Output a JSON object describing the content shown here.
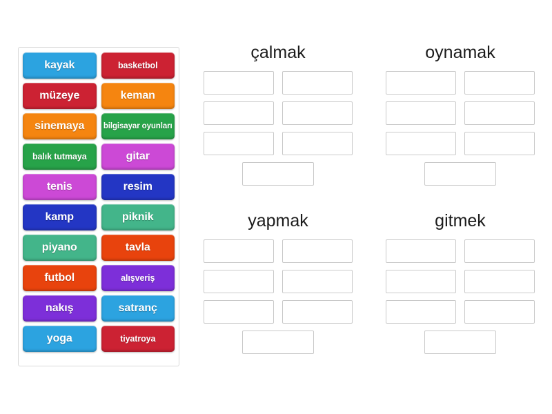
{
  "activity": {
    "type": "drag-and-drop-group-sort",
    "language": "Turkish"
  },
  "tile_bank": {
    "name": "word-tile-bank",
    "tiles": [
      {
        "label": "kayak",
        "color": "#2ca3e0",
        "size": "normal"
      },
      {
        "label": "basketbol",
        "color": "#cc2233",
        "size": "small"
      },
      {
        "label": "müzeye",
        "color": "#cc2233",
        "size": "normal"
      },
      {
        "label": "keman",
        "color": "#f58510",
        "size": "normal"
      },
      {
        "label": "sinemaya",
        "color": "#f58510",
        "size": "normal"
      },
      {
        "label": "bilgisayar oyunları",
        "color": "#27a349",
        "size": "tiny"
      },
      {
        "label": "balık tutmaya",
        "color": "#27a349",
        "size": "small"
      },
      {
        "label": "gitar",
        "color": "#cc49d6",
        "size": "normal"
      },
      {
        "label": "tenis",
        "color": "#cc49d6",
        "size": "normal"
      },
      {
        "label": "resim",
        "color": "#2336c4",
        "size": "normal"
      },
      {
        "label": "kamp",
        "color": "#2336c4",
        "size": "normal"
      },
      {
        "label": "piknik",
        "color": "#43b58a",
        "size": "normal"
      },
      {
        "label": "piyano",
        "color": "#43b58a",
        "size": "normal"
      },
      {
        "label": "tavla",
        "color": "#e8430d",
        "size": "normal"
      },
      {
        "label": "futbol",
        "color": "#e8430d",
        "size": "normal"
      },
      {
        "label": "alışveriş",
        "color": "#7d2fd9",
        "size": "small"
      },
      {
        "label": "nakış",
        "color": "#7d2fd9",
        "size": "normal"
      },
      {
        "label": "satranç",
        "color": "#2ca3e0",
        "size": "normal"
      },
      {
        "label": "yoga",
        "color": "#2ca3e0",
        "size": "normal"
      },
      {
        "label": "tiyatroya",
        "color": "#cc2233",
        "size": "small"
      }
    ]
  },
  "groups": [
    {
      "title": "çalmak",
      "slot_count": 7,
      "slots": [
        "",
        "",
        "",
        "",
        "",
        "",
        ""
      ]
    },
    {
      "title": "oynamak",
      "slot_count": 7,
      "slots": [
        "",
        "",
        "",
        "",
        "",
        "",
        ""
      ]
    },
    {
      "title": "yapmak",
      "slot_count": 7,
      "slots": [
        "",
        "",
        "",
        "",
        "",
        "",
        ""
      ]
    },
    {
      "title": "gitmek",
      "slot_count": 7,
      "slots": [
        "",
        "",
        "",
        "",
        "",
        "",
        ""
      ]
    }
  ],
  "colors": {
    "page_background": "#ffffff",
    "bank_border": "#d8d8d8",
    "slot_border": "#c9c9c9",
    "slot_fill": "#ffffff",
    "title_text": "#1c1c1c",
    "tile_text": "#ffffff"
  }
}
